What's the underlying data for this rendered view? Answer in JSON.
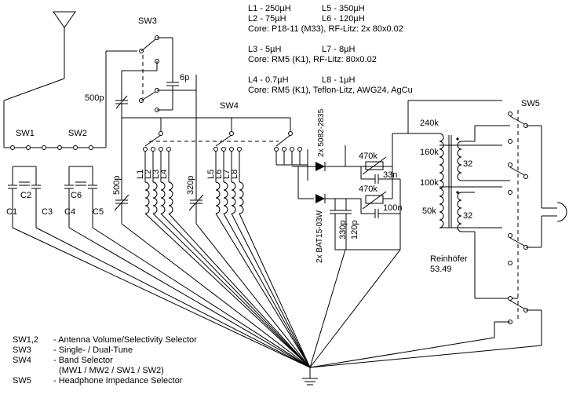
{
  "notes": {
    "line1_left": "L1 - 250µH",
    "line1_right": "L5 - 350µH",
    "line2_left": "L2 - 75µH",
    "line2_right": "L6 - 120µH",
    "line3": "Core: P18-11 (M33),  RF-Litz: 2x 80x0.02",
    "line4_left": "L3 -   5µH",
    "line4_right": "L7 -   8µH",
    "line5": "Core: RM5 (K1), RF-Litz: 80x0.02",
    "line6_left": "L4 - 0.7µH",
    "line6_right": "L8 -   1µH",
    "line7": "Core: RM5 (K1), Teflon-Litz, AWG24, AgCu"
  },
  "switches": {
    "sw1": "SW1",
    "sw2": "SW2",
    "sw3": "SW3",
    "sw4": "SW4",
    "sw5": "SW5"
  },
  "components": {
    "c1": "C1",
    "c2": "C2",
    "c3": "C3",
    "c4": "C4",
    "c5": "C5",
    "c6": "C6",
    "cap_500p_top": "500p",
    "cap_500p_left": "500p",
    "cap_320p": "320p",
    "cap_6p": "6p",
    "l1": "L1",
    "l2": "L2",
    "l3": "L3",
    "l4": "L4",
    "l5": "L5",
    "l6": "L6",
    "l7": "L7",
    "l8": "L8",
    "diode_5082": "2x 5082-2835",
    "diode_bat15": "2x BAT15-03W",
    "cap_330p": "330p",
    "cap_120p": "120p",
    "res_470k_a": "470k",
    "res_470k_b": "470k",
    "cap_33n": "33n",
    "cap_100n": "100n",
    "tap_240k": "240k",
    "tap_160k": "160k",
    "tap_100k": "100k",
    "tap_50k": "50k",
    "sec_32_a": "32",
    "sec_32_b": "32",
    "transformer_name": "Reinhöfer",
    "transformer_num": "53.49"
  },
  "legend": [
    {
      "key": "SW1,2",
      "desc": "- Antenna Volume/Selectivity Selector"
    },
    {
      "key": "SW3",
      "desc": "- Single- / Dual-Tune"
    },
    {
      "key": "SW4",
      "desc": "- Band Selector"
    },
    {
      "key": "",
      "desc": "(MW1 / MW2 / SW1 / SW2)"
    },
    {
      "key": "SW5",
      "desc": "- Headphone Impedance Selector"
    }
  ]
}
